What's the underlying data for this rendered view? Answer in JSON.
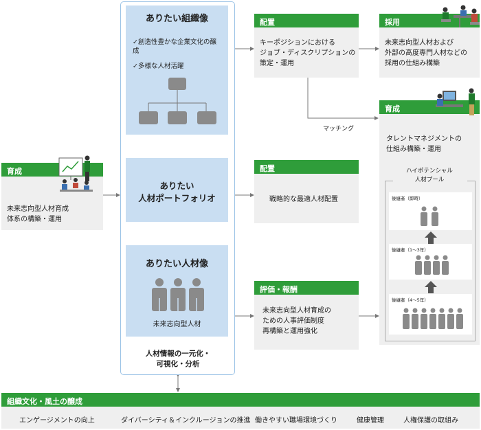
{
  "center": {
    "org_title": "ありたい組織像",
    "org_items": [
      "✓創造性豊かな企業文化の醸成",
      "✓多様な人材活躍"
    ],
    "portfolio_title_line1": "ありたい",
    "portfolio_title_line2": "人材ポートフォリオ",
    "talent_title": "ありたい人材像",
    "talent_caption": "未来志向型人材",
    "bottom_line1": "人材情報の一元化・",
    "bottom_line2": "可視化・分析"
  },
  "left": {
    "header": "育成",
    "body_line1": "未来志向型人材育成",
    "body_line2": "体系の構築・運用"
  },
  "placement1": {
    "header": "配置",
    "lines": [
      "キーポジションにおける",
      "ジョブ・ディスクリプションの",
      "策定・運用"
    ]
  },
  "hiring": {
    "header": "採用",
    "lines": [
      "未来志向型人材および",
      "外部の高度専門人材などの",
      "採用の仕組み構築"
    ]
  },
  "matching_label": "マッチング",
  "development": {
    "header": "育成",
    "lines": [
      "タレントマネジメントの",
      "仕組み構築・運用"
    ],
    "pool_title_line1": "ハイポテンシャル",
    "pool_title_line2": "人材プール",
    "successors": [
      "後継者（即時）",
      "後継者（1～3年）",
      "後継者（4～5年）"
    ]
  },
  "placement2": {
    "header": "配置",
    "body": "戦略的な最適人材配置"
  },
  "evaluation": {
    "header": "評価・報酬",
    "lines": [
      "未来志向型人材育成の",
      "ための人事評価制度",
      "再構築と運用強化"
    ]
  },
  "culture": {
    "header": "組織文化・風土の醸成",
    "items": [
      "エンゲージメントの向上",
      "ダイバーシティ＆インクルージョンの推進",
      "働きやすい職場環境づくり",
      "健康管理",
      "人権保護の取組み"
    ]
  },
  "colors": {
    "green": "#2f9d3a",
    "light_blue": "#c9def2",
    "blue_border": "#9cc3e6",
    "gray_panel": "#efefef",
    "icon_gray": "#8a8a8a"
  }
}
